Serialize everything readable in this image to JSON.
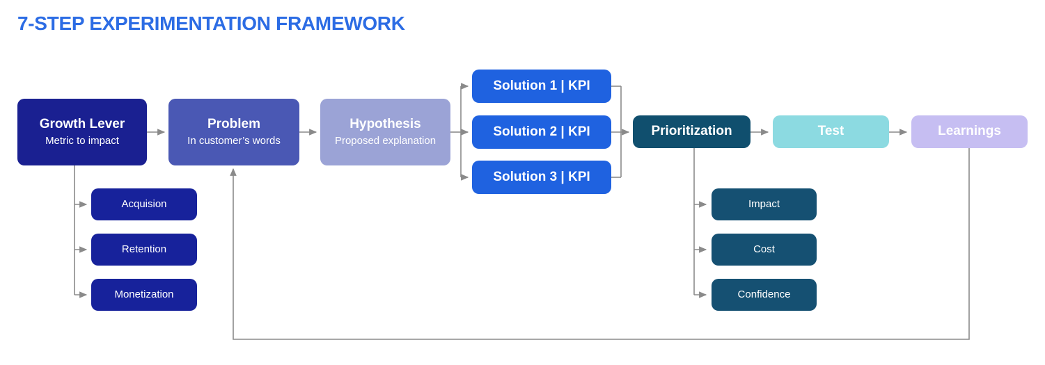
{
  "page": {
    "title": "7-STEP EXPERIMENTATION FRAMEWORK",
    "title_color": "#2C6CE4",
    "background": "#FFFFFF",
    "connector_color": "#8A8A8A"
  },
  "nodes": {
    "growth_lever": {
      "title": "Growth Lever",
      "subtitle": "Metric to impact",
      "color": "#1A2091"
    },
    "problem": {
      "title": "Problem",
      "subtitle": "In customer’s words",
      "color": "#4A58B4"
    },
    "hypothesis": {
      "title": "Hypothesis",
      "subtitle": "Proposed explanation",
      "color": "#9BA3D6"
    },
    "solution_1": {
      "title": "Solution 1 | KPI",
      "color": "#1F62E0"
    },
    "solution_2": {
      "title": "Solution 2 | KPI",
      "color": "#1F62E0"
    },
    "solution_3": {
      "title": "Solution 3 | KPI",
      "color": "#1F62E0"
    },
    "prioritization": {
      "title": "Prioritization",
      "color": "#104F6E"
    },
    "test": {
      "title": "Test",
      "color": "#8CDAE1"
    },
    "learnings": {
      "title": "Learnings",
      "color": "#C6BEF2"
    },
    "acquision": {
      "title": "Acquision",
      "color": "#17229B"
    },
    "retention": {
      "title": "Retention",
      "color": "#17229B"
    },
    "monetization": {
      "title": "Monetization",
      "color": "#17229B"
    },
    "impact": {
      "title": "Impact",
      "color": "#155072"
    },
    "cost": {
      "title": "Cost",
      "color": "#155072"
    },
    "confidence": {
      "title": "Confidence",
      "color": "#155072"
    }
  },
  "flow": {
    "main_sequence": [
      "Growth Lever",
      "Problem",
      "Hypothesis",
      "Solution 1 | KPI",
      "Solution 2 | KPI",
      "Solution 3 | KPI",
      "Prioritization",
      "Test",
      "Learnings"
    ],
    "growth_lever_branches": [
      "Acquision",
      "Retention",
      "Monetization"
    ],
    "prioritization_criteria": [
      "Impact",
      "Cost",
      "Confidence"
    ],
    "feedback_loop": "Learnings → Problem"
  }
}
